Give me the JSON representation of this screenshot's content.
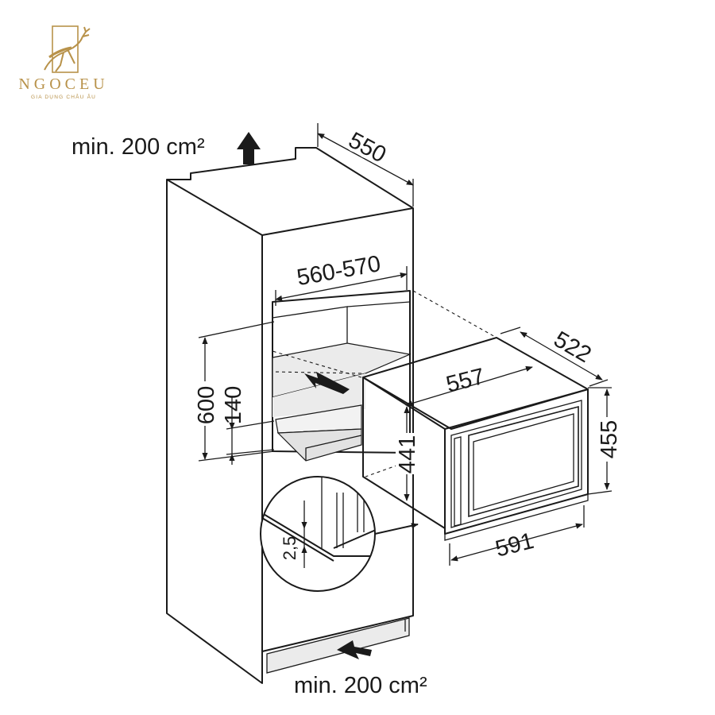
{
  "brand": {
    "name": "NGOCEU",
    "tagline": "GIA DỤNG CHÂU ÂU",
    "gold": "#b8924a"
  },
  "ventilation": {
    "top": "min. 200 cm²",
    "bottom": "min. 200 cm²"
  },
  "niche": {
    "depth": "550",
    "width": "560-570",
    "height": "600",
    "drawer_height": "140"
  },
  "appliance": {
    "body_width": "557",
    "body_depth": "522",
    "body_height": "441",
    "total_height": "455",
    "front_width": "591"
  },
  "detail": {
    "gap": "2,5"
  },
  "colors": {
    "line": "#1a1a1a",
    "shade": "#ebebeb"
  }
}
